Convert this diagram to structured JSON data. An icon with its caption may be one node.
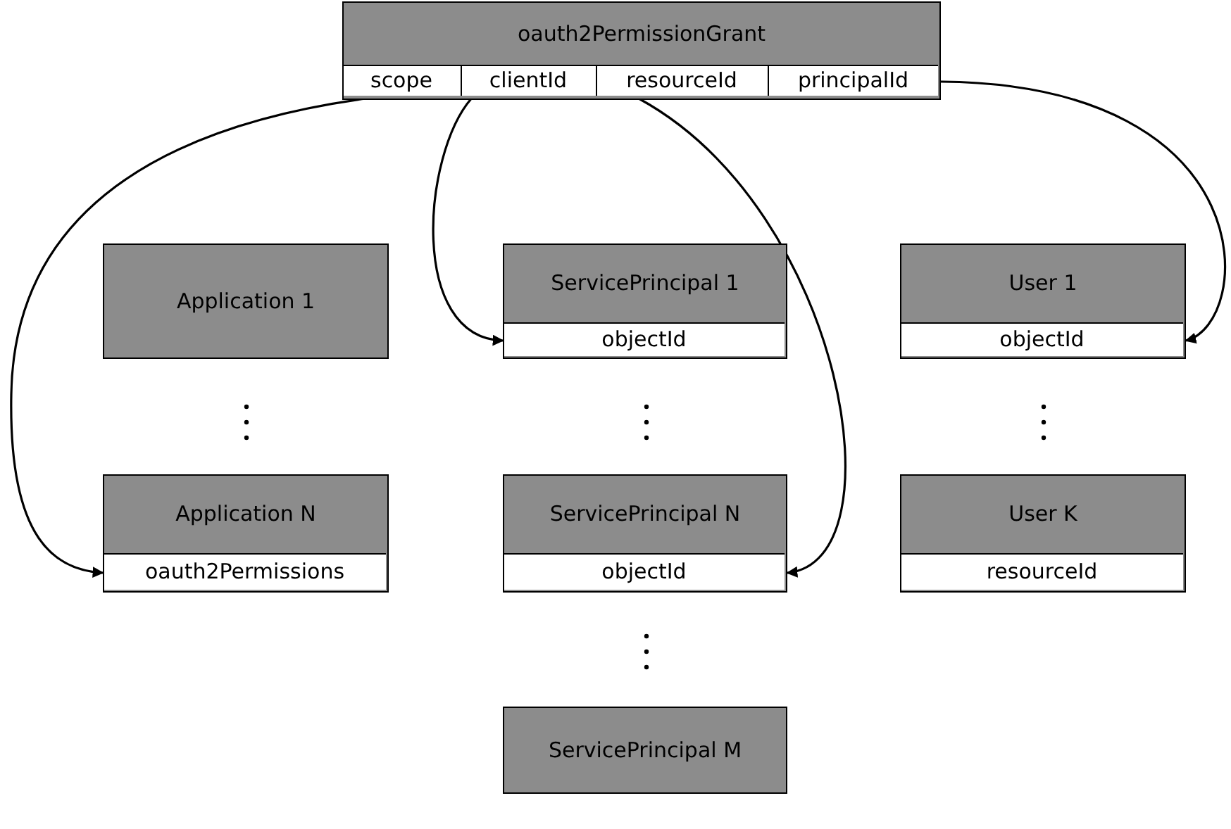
{
  "diagram": {
    "nodes": [
      {
        "text": [
          "oauth2PermissionGrant"
        ]
      },
      {
        "text": [
          "scope"
        ],
        "in": 0
      },
      {
        "text": [
          "clientId"
        ],
        "in": 0
      },
      {
        "text": [
          "resourceId"
        ],
        "in": 0
      },
      {
        "text": [
          "principalId"
        ],
        "in": 0
      },
      {
        "text": [
          "Application 1"
        ]
      },
      {
        "text": [
          "Application N"
        ]
      },
      {
        "text": [
          "oauth2Permissions"
        ],
        "in": 6
      },
      {
        "text": [
          "ServicePrincipal 1"
        ]
      },
      {
        "text": [
          "objectId"
        ],
        "in": 8
      },
      {
        "text": [
          "ServicePrincipal N"
        ]
      },
      {
        "text": [
          "objectId"
        ],
        "in": 10
      },
      {
        "text": [
          "ServicePrincipal M"
        ]
      },
      {
        "text": [
          "User 1"
        ]
      },
      {
        "text": [
          "objectId"
        ],
        "in": 13
      },
      {
        "text": [
          "User K"
        ]
      },
      {
        "text": [
          "resourceId"
        ],
        "in": 15
      }
    ],
    "edges": [
      {
        "from": 1,
        "to": 7,
        "arrow": "to"
      },
      {
        "from": 2,
        "to": 9,
        "arrow": "to"
      },
      {
        "from": 3,
        "to": 11,
        "arrow": "to"
      },
      {
        "from": 4,
        "to": 14,
        "arrow": "to"
      }
    ]
  }
}
